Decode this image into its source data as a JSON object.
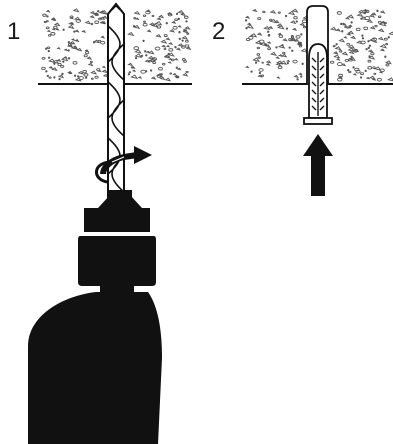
{
  "steps": [
    {
      "number": "1"
    },
    {
      "number": "2"
    }
  ],
  "icons": {
    "panel_1": [
      "wall-section",
      "drill-bit-icon",
      "rotation-arrow-icon",
      "drill-chuck-icon",
      "drill-body-icon"
    ],
    "panel_2": [
      "wall-section",
      "wall-plug-icon",
      "insert-arrow-icon"
    ]
  },
  "colors": {
    "ink": "#111111",
    "gravel": "#555555",
    "background": "#ffffff"
  }
}
